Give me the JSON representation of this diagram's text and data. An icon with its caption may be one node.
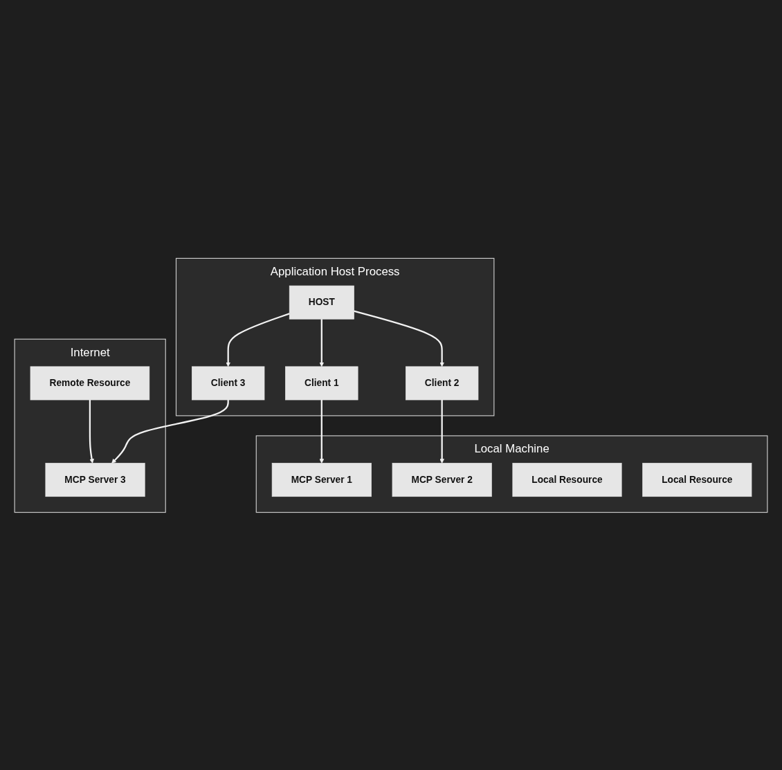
{
  "diagram": {
    "nodes": [
      {
        "text": [
          "Application Host Process"
        ]
      },
      {
        "text": [
          "HOST"
        ],
        "in": 0
      },
      {
        "text": [
          "Client 1"
        ],
        "in": 0
      },
      {
        "text": [
          "Client 2"
        ],
        "in": 0
      },
      {
        "text": [
          "Client 3"
        ],
        "in": 0
      },
      {
        "text": [
          "Local Machine"
        ]
      },
      {
        "text": [
          "MCP Server 1"
        ],
        "in": 5
      },
      {
        "text": [
          "MCP Server 2"
        ],
        "in": 5
      },
      {
        "text": [
          "Local Resource"
        ],
        "in": 5
      },
      {
        "text": [
          "Local Resource"
        ],
        "in": 5
      },
      {
        "text": [
          "Internet"
        ]
      },
      {
        "text": [
          "MCP Server 3"
        ],
        "in": 10
      },
      {
        "text": [
          "Remote Resource"
        ],
        "in": 10
      }
    ],
    "edges": [
      {
        "from": 1,
        "to": 2,
        "arrow": "to"
      },
      {
        "from": 1,
        "to": 3,
        "arrow": "to"
      },
      {
        "from": 1,
        "to": 4,
        "arrow": "to"
      },
      {
        "from": 2,
        "to": 6,
        "arrow": "to"
      },
      {
        "from": 3,
        "to": 7,
        "arrow": "to"
      },
      {
        "from": 4,
        "to": 11,
        "arrow": "to"
      },
      {
        "from": 12,
        "to": 11,
        "arrow": "to"
      }
    ]
  }
}
